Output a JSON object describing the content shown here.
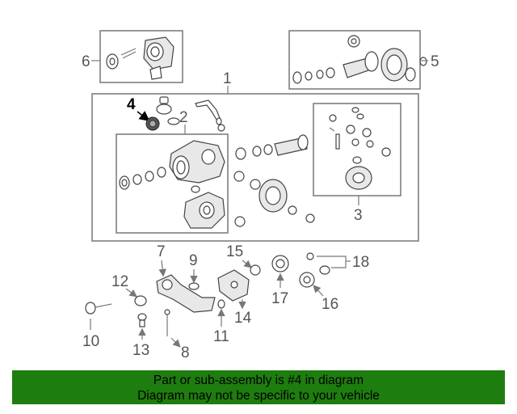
{
  "diagram": {
    "callouts": {
      "c1": "1",
      "c2": "2",
      "c3": "3",
      "c4": "4",
      "c5": "5",
      "c6": "6",
      "c7": "7",
      "c8": "8",
      "c9": "9",
      "c10": "10",
      "c11": "11",
      "c12": "12",
      "c13": "13",
      "c14": "14",
      "c15": "15",
      "c16": "16",
      "c17": "17",
      "c18": "18"
    },
    "highlighted_part": "4"
  },
  "banner": {
    "line1": "Part or sub-assembly is #4 in diagram",
    "line2": "Diagram may not be specific to your vehicle",
    "background": "#1e7d0f"
  }
}
